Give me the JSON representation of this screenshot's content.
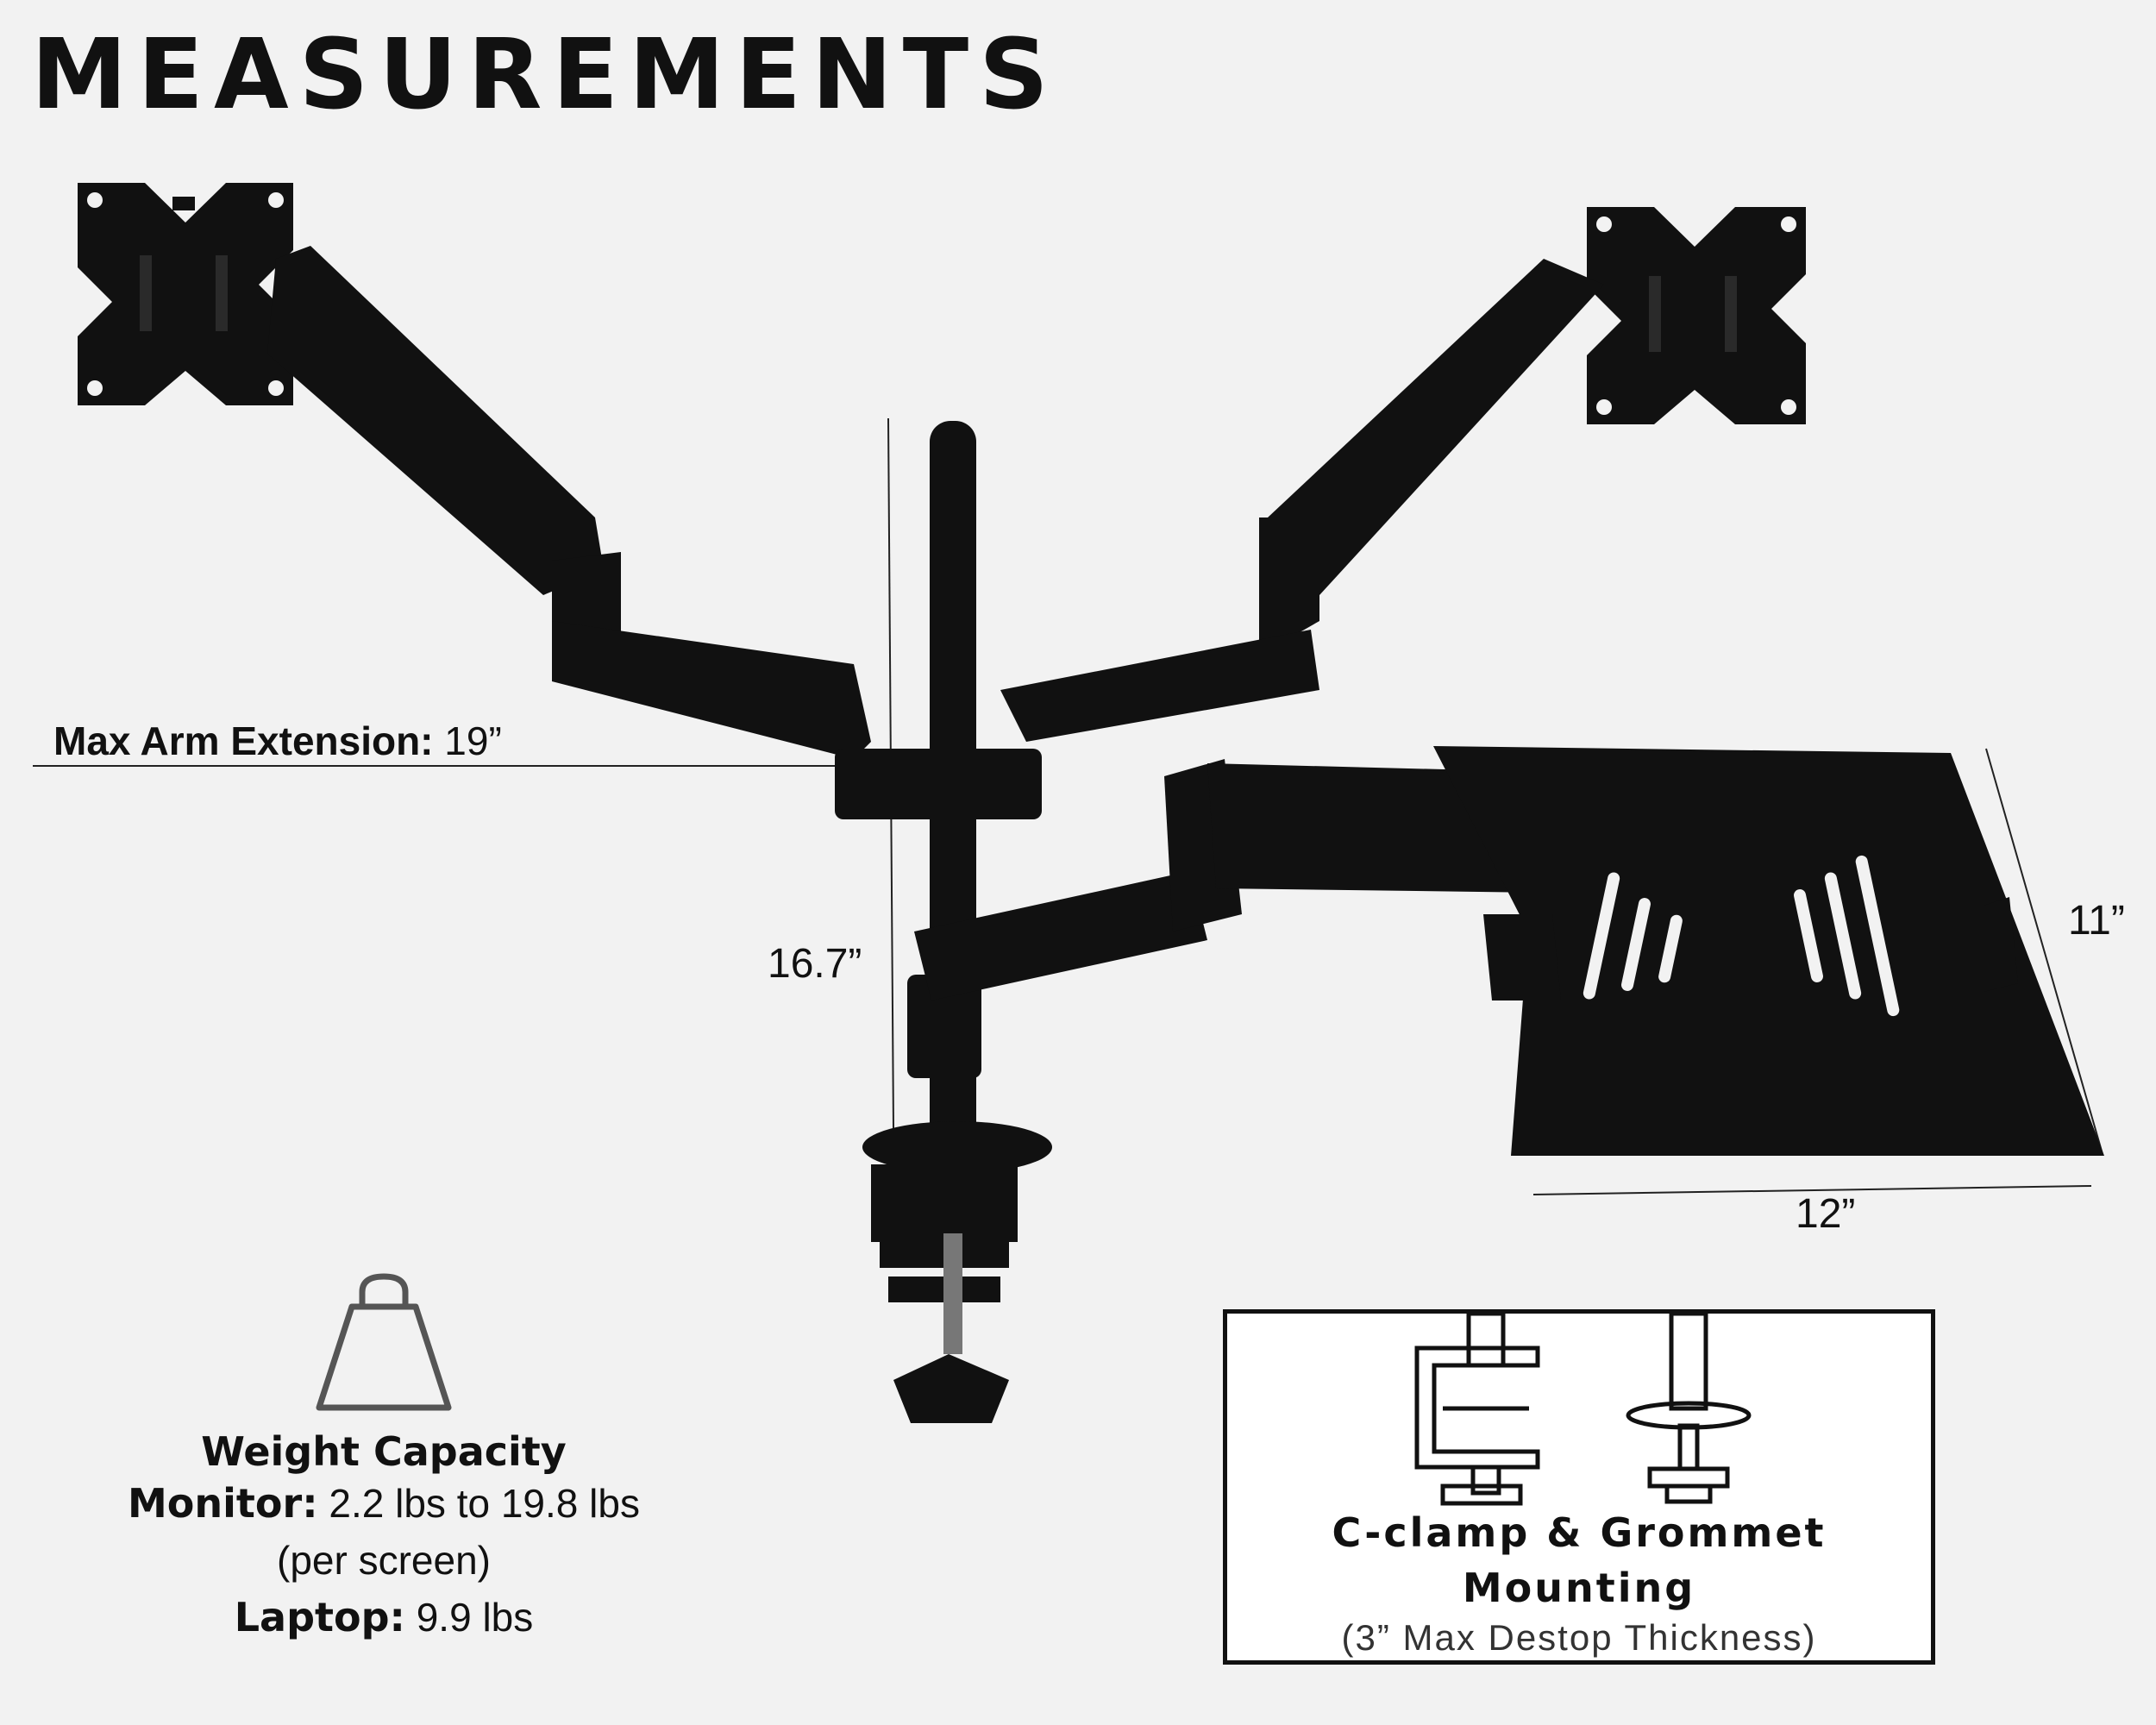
{
  "title": "MEASUREMENTS",
  "dimensions": {
    "max_arm_extension_key": "Max Arm Extension:",
    "max_arm_extension_value": "19”",
    "height": "16.7”",
    "tray_width": "12”",
    "tray_depth": "11”"
  },
  "weight_capacity": {
    "title": "Weight Capacity",
    "monitor_key": "Monitor:",
    "monitor_value": "2.2 lbs to 19.8 lbs",
    "per_screen": "(per screen)",
    "laptop_key": "Laptop:",
    "laptop_value": "9.9 lbs",
    "icon": "weight-icon"
  },
  "mounting": {
    "title_line1": "C-clamp & Grommet",
    "title_line2": "Mounting",
    "subtitle": "(3” Max Destop Thickness)",
    "icons": [
      "c-clamp-icon",
      "grommet-icon"
    ]
  },
  "colors": {
    "background": "#f2f2f2",
    "product": "#111111",
    "text": "#111111"
  }
}
